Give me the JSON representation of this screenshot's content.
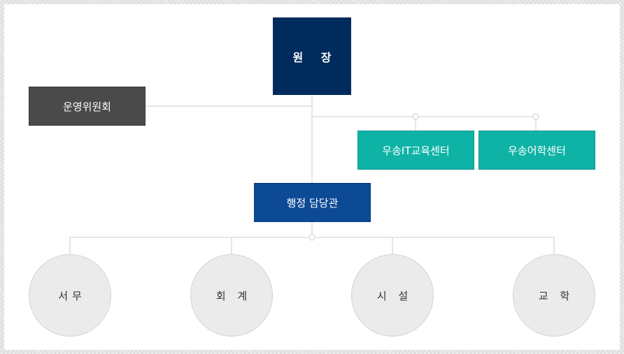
{
  "chart": {
    "director": "원 장",
    "committee": "운영위원회",
    "centers": [
      "우송IT교육센터",
      "우송어학센터"
    ],
    "admin": "행정 담당관",
    "departments": [
      "서무",
      "회 계",
      "시 설",
      "교 학"
    ]
  },
  "colors": {
    "director": "#002b5c",
    "committee": "#4a4a4a",
    "center": "#0fb3a6",
    "admin": "#0c4a96",
    "department": "#ebebeb",
    "line": "#cccccc"
  }
}
